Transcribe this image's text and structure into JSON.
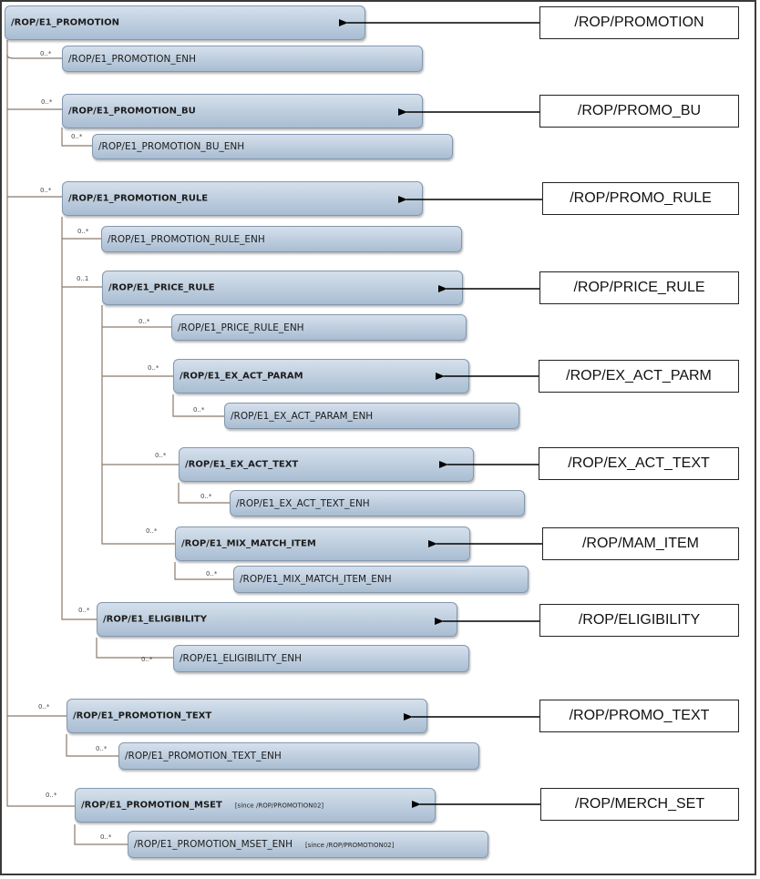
{
  "segments": {
    "s0": "/ROP/E1_PROMOTION",
    "s1": "/ROP/E1_PROMOTION_ENH",
    "s2": "/ROP/E1_PROMOTION_BU",
    "s3": "/ROP/E1_PROMOTION_BU_ENH",
    "s4": "/ROP/E1_PROMOTION_RULE",
    "s5": "/ROP/E1_PROMOTION_RULE_ENH",
    "s6": "/ROP/E1_PRICE_RULE",
    "s7": "/ROP/E1_PRICE_RULE_ENH",
    "s8": "/ROP/E1_EX_ACT_PARAM",
    "s9": "/ROP/E1_EX_ACT_PARAM_ENH",
    "s10": "/ROP/E1_EX_ACT_TEXT",
    "s11": "/ROP/E1_EX_ACT_TEXT_ENH",
    "s12": "/ROP/E1_MIX_MATCH_ITEM",
    "s13": "/ROP/E1_MIX_MATCH_ITEM_ENH",
    "s14": "/ROP/E1_ELIGIBILITY",
    "s15": "/ROP/E1_ELIGIBILITY_ENH",
    "s16": "/ROP/E1_PROMOTION_TEXT",
    "s17": "/ROP/E1_PROMOTION_TEXT_ENH",
    "s18": "/ROP/E1_PROMOTION_MSET",
    "s19": "/ROP/E1_PROMOTION_MSET_ENH",
    "s18_note": "[since /ROP/PROMOTION02]",
    "s19_note": "[since /ROP/PROMOTION02]"
  },
  "cardinality": {
    "c1": "0..*",
    "c2": "0..*",
    "c3": "0..*",
    "c4": "0..*",
    "c5": "0..*",
    "c6": "0..1",
    "c7": "0..*",
    "c8": "0..*",
    "c9": "0..*",
    "c10": "0..*",
    "c11": "0..*",
    "c12": "0..*",
    "c13": "0..*",
    "c14": "0..*",
    "c15": "0..*",
    "c16": "0..*",
    "c17": "0..*",
    "c18": "0..*",
    "c19": "0..*"
  },
  "tables": {
    "t0": "/ROP/PROMOTION",
    "t2": "/ROP/PROMO_BU",
    "t4": "/ROP/PROMO_RULE",
    "t6": "/ROP/PRICE_RULE",
    "t8": "/ROP/EX_ACT_PARM",
    "t10": "/ROP/EX_ACT_TEXT",
    "t12": "/ROP/MAM_ITEM",
    "t14": "/ROP/ELIGIBILITY",
    "t16": "/ROP/PROMO_TEXT",
    "t18": "/ROP/MERCH_SET"
  },
  "colors": {
    "segment_fill_top": "#d5e0ec",
    "segment_fill_bottom": "#a9bdd2",
    "connector_line": "#8a7a6a",
    "arrow": "#000000"
  }
}
